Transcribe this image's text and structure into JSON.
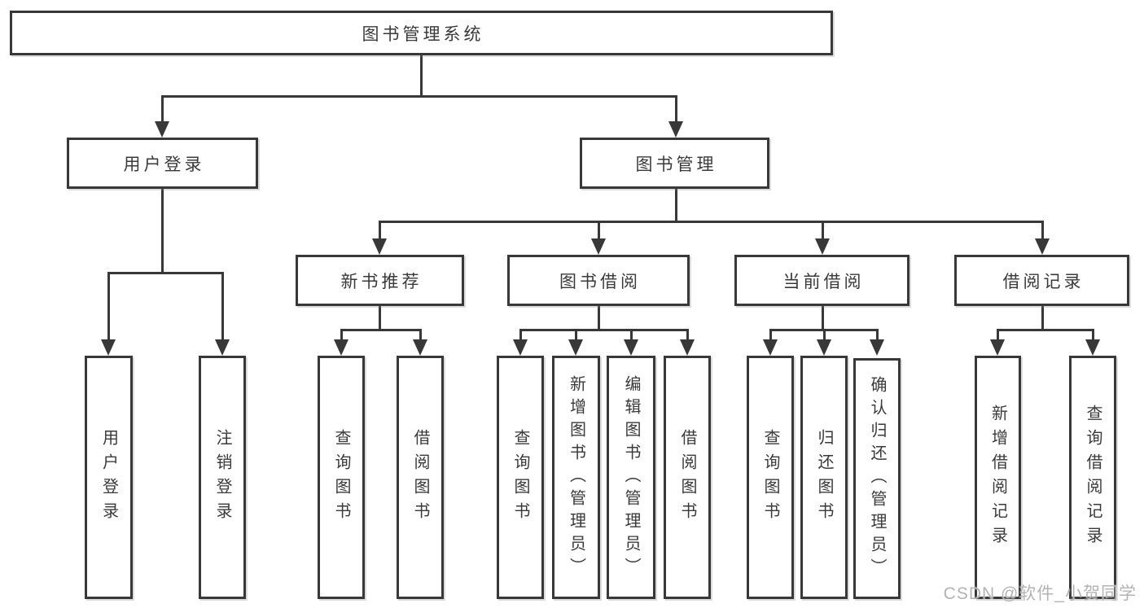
{
  "nodes": {
    "root": {
      "label": "图书管理系统"
    },
    "level2": {
      "user_login": {
        "label": "用户登录"
      },
      "book_management": {
        "label": "图书管理"
      }
    },
    "level3": {
      "new_book_recommendation": {
        "label": "新书推荐"
      },
      "book_borrowing": {
        "label": "图书借阅"
      },
      "current_borrowing": {
        "label": "当前借阅"
      },
      "borrowing_records": {
        "label": "借阅记录"
      }
    },
    "leaves": {
      "user_login": {
        "label": "用户登录"
      },
      "logout_login": {
        "label": "注销登录"
      },
      "nbr_query_books": {
        "label": "查询图书"
      },
      "nbr_borrow_books": {
        "label": "借阅图书"
      },
      "bb_query_books": {
        "label": "查询图书"
      },
      "bb_add_books": {
        "label": "新增图书（管理员）"
      },
      "bb_edit_books": {
        "label": "编辑图书（管理员）"
      },
      "bb_borrow_books": {
        "label": "借阅图书"
      },
      "cb_query_books": {
        "label": "查询图书"
      },
      "cb_return_books": {
        "label": "归还图书"
      },
      "cb_confirm_return": {
        "label": "确认归还（管理员）"
      },
      "br_add_record": {
        "label": "新增借阅记录"
      },
      "br_query_record": {
        "label": "查询借阅记录"
      }
    }
  },
  "watermark": {
    "text": "CSDN @软件_小贺同学"
  },
  "colors": {
    "line": "#383838",
    "text": "#3a3a3a",
    "background": "#ffffff",
    "watermark": "#b3b3b3"
  }
}
